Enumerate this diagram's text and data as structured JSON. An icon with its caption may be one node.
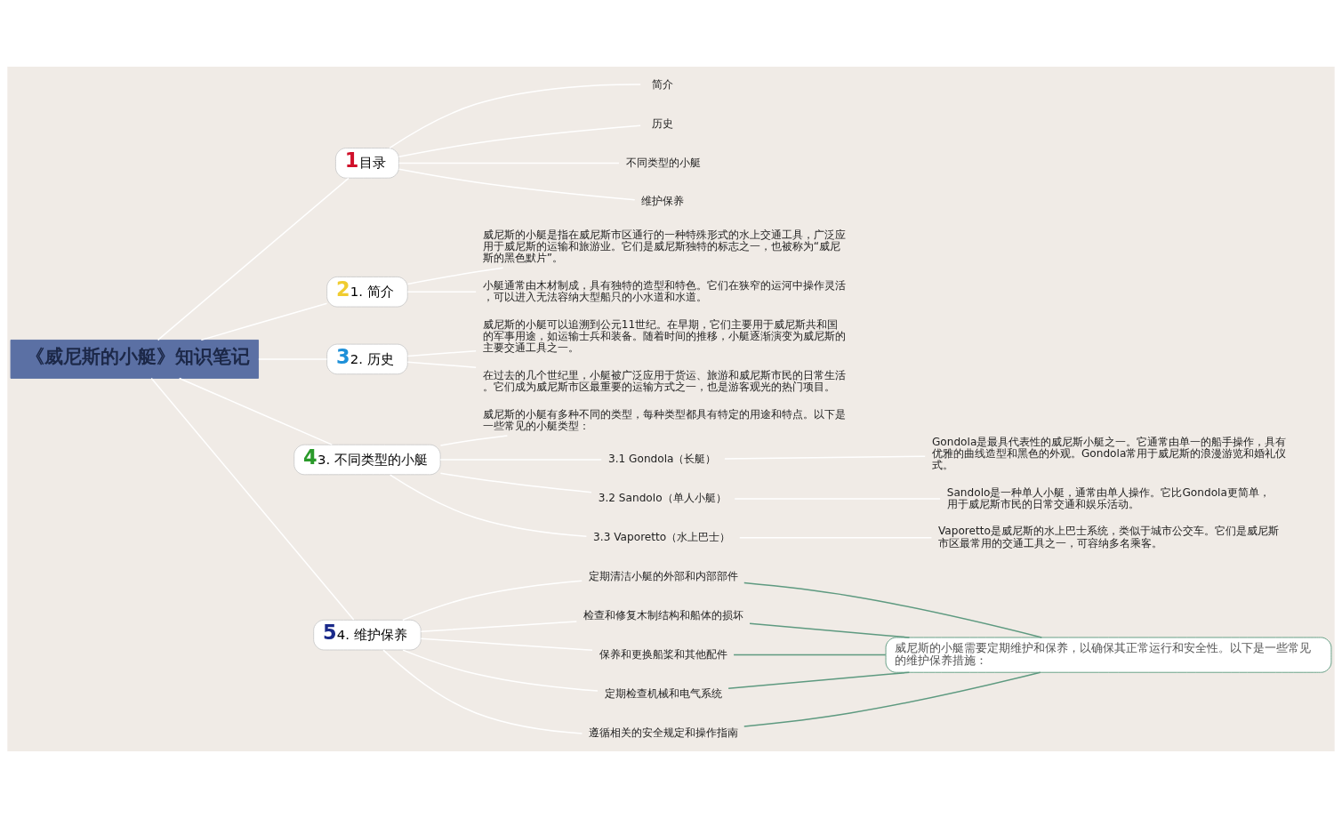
{
  "diagram": {
    "nodes": [
      {
        "text": [
          "《威尼斯的小艇》知识笔记"
        ]
      },
      {
        "text": [
          "1",
          "目录"
        ]
      },
      {
        "text": [
          "简介"
        ]
      },
      {
        "text": [
          "历史"
        ]
      },
      {
        "text": [
          "不同类型的小艇"
        ]
      },
      {
        "text": [
          "维护保养"
        ]
      },
      {
        "text": [
          "2",
          "1. 简介"
        ]
      },
      {
        "text": [
          "威尼斯的小艇是指在威尼斯市区通行的一种特殊形式的水上交通工具，广泛应用于威尼斯的运输和旅游业。它们是威尼斯独特的标志之一，也被称为“威尼斯的黑色默片”。"
        ]
      },
      {
        "text": [
          "小艇通常由木材制成，具有独特的造型和特色。它们在狭窄的运河中操作灵活，可以进入无法容纳大型船只的小水道和水道。"
        ]
      },
      {
        "text": [
          "3",
          "2. 历史"
        ]
      },
      {
        "text": [
          "威尼斯的小艇可以追溯到公元11世纪。在早期，它们主要用于威尼斯共和国的军事用途，如运输士兵和装备。随着时间的推移，小艇逐渐演变为威尼斯的主要交通工具之一。"
        ]
      },
      {
        "text": [
          "在过去的几个世纪里，小艇被广泛应用于货运、旅游和威尼斯市民的日常生活。它们成为威尼斯市区最重要的运输方式之一，也是游客观光的热门项目。"
        ]
      },
      {
        "text": [
          "4",
          "3. 不同类型的小艇"
        ]
      },
      {
        "text": [
          "威尼斯的小艇有多种不同的类型，每种类型都具有特定的用途和特点。以下是一些常见的小艇类型："
        ]
      },
      {
        "text": [
          "3.1 Gondola（长艇）"
        ]
      },
      {
        "text": [
          "Gondola是最具代表性的威尼斯小艇之一。它通常由单一的船手操作，具有优雅的曲线造型和黑色的外观。Gondola常用于威尼斯的浪漫游览和婚礼仪式。"
        ]
      },
      {
        "text": [
          "3.2 Sandolo（单人小艇）"
        ]
      },
      {
        "text": [
          "Sandolo是一种单人小艇，通常由单人操作。它比Gondola更简单，用于威尼斯市民的日常交通和娱乐活动。"
        ]
      },
      {
        "text": [
          "3.3 Vaporetto（水上巴士）"
        ]
      },
      {
        "text": [
          "Vaporetto是威尼斯的水上巴士系统，类似于城市公交车。它们是威尼斯市区最常用的交通工具之一，可容纳多名乘客。"
        ]
      },
      {
        "text": [
          "5",
          "4. 维护保养"
        ]
      },
      {
        "text": [
          "定期清洁小艇的外部和内部部件"
        ]
      },
      {
        "text": [
          "检查和修复木制结构和船体的损坏"
        ]
      },
      {
        "text": [
          "保养和更换船桨和其他配件"
        ]
      },
      {
        "text": [
          "定期检查机械和电气系统"
        ]
      },
      {
        "text": [
          "遵循相关的安全规定和操作指南"
        ]
      },
      {
        "text": [
          "威尼斯的小艇需要定期维护和保养，以确保其正常运行和安全性。以下是一些常见的维护保养措施："
        ]
      }
    ],
    "edges": [
      {
        "from": 0,
        "to": 1,
        "arrow": "none"
      },
      {
        "from": 0,
        "to": 6,
        "arrow": "none"
      },
      {
        "from": 0,
        "to": 9,
        "arrow": "none"
      },
      {
        "from": 0,
        "to": 12,
        "arrow": "none"
      },
      {
        "from": 0,
        "to": 20,
        "arrow": "none"
      },
      {
        "from": 1,
        "to": 2,
        "arrow": "none"
      },
      {
        "from": 1,
        "to": 3,
        "arrow": "none"
      },
      {
        "from": 1,
        "to": 4,
        "arrow": "none"
      },
      {
        "from": 1,
        "to": 5,
        "arrow": "none"
      },
      {
        "from": 6,
        "to": 7,
        "arrow": "none"
      },
      {
        "from": 6,
        "to": 8,
        "arrow": "none"
      },
      {
        "from": 9,
        "to": 10,
        "arrow": "none"
      },
      {
        "from": 9,
        "to": 11,
        "arrow": "none"
      },
      {
        "from": 12,
        "to": 13,
        "arrow": "none"
      },
      {
        "from": 12,
        "to": 14,
        "arrow": "none"
      },
      {
        "from": 12,
        "to": 16,
        "arrow": "none"
      },
      {
        "from": 12,
        "to": 18,
        "arrow": "none"
      },
      {
        "from": 14,
        "to": 15,
        "arrow": "none"
      },
      {
        "from": 16,
        "to": 17,
        "arrow": "none"
      },
      {
        "from": 18,
        "to": 19,
        "arrow": "none"
      },
      {
        "from": 20,
        "to": 21,
        "arrow": "none"
      },
      {
        "from": 20,
        "to": 22,
        "arrow": "none"
      },
      {
        "from": 20,
        "to": 23,
        "arrow": "none"
      },
      {
        "from": 20,
        "to": 24,
        "arrow": "none"
      },
      {
        "from": 20,
        "to": 25,
        "arrow": "none"
      },
      {
        "from": 21,
        "to": 26,
        "arrow": "none",
        "color": "#5e9a80"
      },
      {
        "from": 22,
        "to": 26,
        "arrow": "none",
        "color": "#5e9a80"
      },
      {
        "from": 23,
        "to": 26,
        "arrow": "none",
        "color": "#5e9a80"
      },
      {
        "from": 24,
        "to": 26,
        "arrow": "none",
        "color": "#5e9a80"
      },
      {
        "from": 25,
        "to": 26,
        "arrow": "none",
        "color": "#5e9a80"
      }
    ]
  }
}
